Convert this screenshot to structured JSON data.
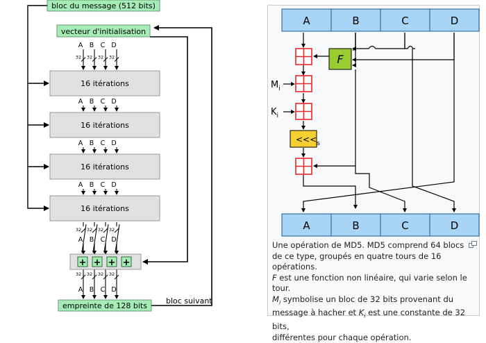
{
  "left_diagram": {
    "message_block": "bloc du message (512 bits)",
    "init_vector": "vecteur d'initialisation",
    "registers": [
      "A",
      "B",
      "C",
      "D"
    ],
    "bit_width": "32",
    "rounds": [
      "16 itérations",
      "16 itérations",
      "16 itérations",
      "16 itérations"
    ],
    "adders": [
      "+",
      "+",
      "+",
      "+"
    ],
    "digest": "empreinte de 128 bits",
    "next_block": "bloc suivant"
  },
  "right_diagram": {
    "top_registers": [
      "A",
      "B",
      "C",
      "D"
    ],
    "bottom_registers": [
      "A",
      "B",
      "C",
      "D"
    ],
    "function": "F",
    "message_input": "M",
    "message_sub": "i",
    "constant_input": "K",
    "constant_sub": "i",
    "rotate": "<<<",
    "rotate_sub": "s"
  },
  "caption": {
    "line1": "Une opération de MD5. MD5 comprend 64 blocs",
    "line2": "de ce type, groupés en quatre tours de 16 opérations.",
    "line3_var": "F",
    "line3_rest": " est une fonction non linéaire, qui varie selon le tour.",
    "line4_var": "M",
    "line4_sub": "i",
    "line4_rest": " symbolise un bloc de 32 bits provenant du",
    "line5_pre": "message à hacher et ",
    "line5_var": "K",
    "line5_sub": "i",
    "line5_rest": " est une constante de 32 bits,",
    "line6": "différentes pour chaque opération."
  },
  "colors": {
    "register_fill": "#a8d4f5",
    "round_fill": "#e0e0e0",
    "green_box": "#a6ecb6",
    "function_fill": "#99cc33",
    "rotate_fill": "#f5d033",
    "adder_red": "#e8262b"
  },
  "icons": {
    "enlarge": "enlarge-icon"
  }
}
